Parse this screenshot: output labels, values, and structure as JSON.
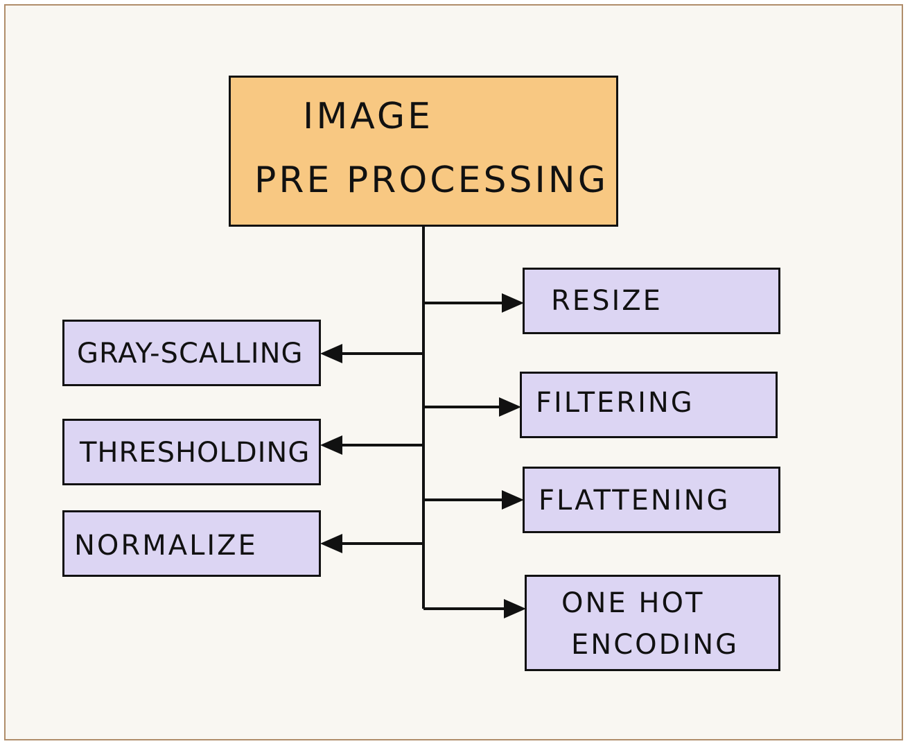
{
  "root": {
    "lines": [
      "IMAGE",
      "PRE PROCESSING"
    ]
  },
  "right": [
    {
      "id": "resize",
      "lines": [
        "RESIZE"
      ]
    },
    {
      "id": "filtering",
      "lines": [
        "FILTERING"
      ]
    },
    {
      "id": "flattening",
      "lines": [
        "FLATTENING"
      ]
    },
    {
      "id": "one-hot-encoding",
      "lines": [
        "ONE HOT",
        "ENCODING"
      ]
    }
  ],
  "left": [
    {
      "id": "gray-scalling",
      "lines": [
        "GRAY-SCALLING"
      ]
    },
    {
      "id": "thresholding",
      "lines": [
        "THRESHOLDING"
      ]
    },
    {
      "id": "normalize",
      "lines": [
        "NORMALIZE"
      ]
    }
  ],
  "colors": {
    "root_fill": "#f8c882",
    "leaf_fill": "#dcd5f3",
    "stroke": "#111111",
    "paper": "#f9f7f2",
    "frame_border": "#b08d6a"
  }
}
